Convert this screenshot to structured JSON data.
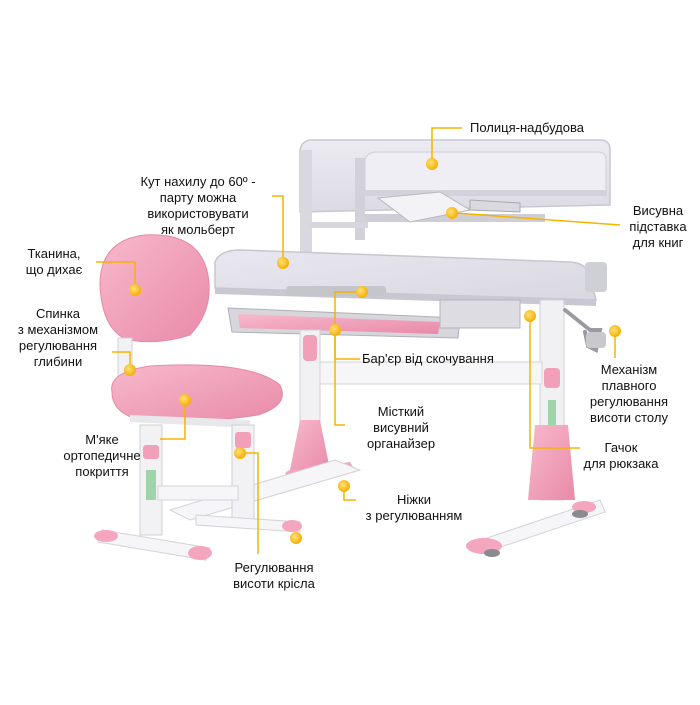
{
  "colors": {
    "accent": "#f5b400",
    "pink": "#f4a6bf",
    "pink_dark": "#e98aa9",
    "desk_top": "#e4e2ea",
    "white_frame": "#f4f4f6",
    "grey": "#b8bcc4"
  },
  "labels": {
    "shelf_top": "Полиця-надбудова",
    "tilt": "Кут нахилу до 60º -\nпарту можна\nвикористовувати\nяк мольберт",
    "book_stand": "Висувна\nпідставка\nдля книг",
    "fabric": "Тканина,\nщо дихає",
    "backrest": "Спинка\nз механізмом\nрегулювання\nглибини",
    "barrier": "Бар'єр від скочування",
    "lift": "Механізм\nплавного\nрегулювання\nвисоти столу",
    "organizer": "Місткий\nвисувний\nорганайзер",
    "seat": "М'яке\nортопедичне\nпокриття",
    "hook": "Гачок\nдля рюкзака",
    "legs": "Ніжки\nз регулюванням",
    "chair_height": "Регулювання\nвисоти крісла"
  }
}
